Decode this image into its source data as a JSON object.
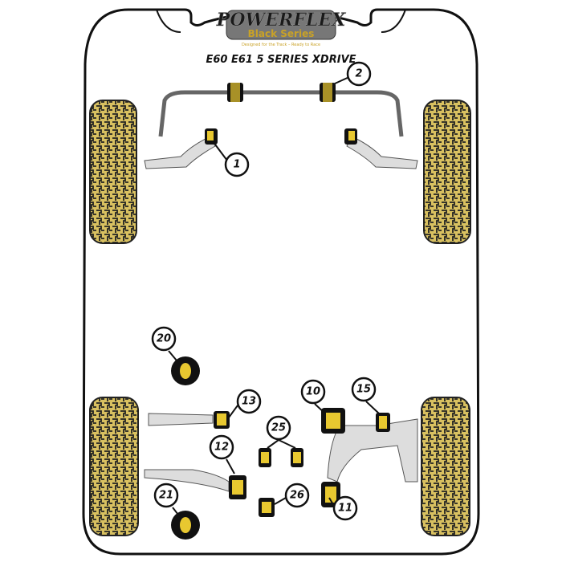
{
  "logo": {
    "brand": "POWERFLEX",
    "series": "Black Series",
    "tagline": "Designed for the Track – Ready to Race"
  },
  "title": "E60 E61 5 SERIES XDRIVE",
  "colors": {
    "bushing_yellow": "#e8c830",
    "bushing_black": "#111111",
    "wheel_yellow": "#d8c060",
    "outline": "#111111"
  },
  "labels": [
    {
      "id": "1",
      "text": "1"
    },
    {
      "id": "2",
      "text": "2"
    },
    {
      "id": "10",
      "text": "10"
    },
    {
      "id": "11",
      "text": "11"
    },
    {
      "id": "12",
      "text": "12"
    },
    {
      "id": "13",
      "text": "13"
    },
    {
      "id": "15",
      "text": "15"
    },
    {
      "id": "20",
      "text": "20"
    },
    {
      "id": "21",
      "text": "21"
    },
    {
      "id": "25",
      "text": "25"
    },
    {
      "id": "26",
      "text": "26"
    }
  ]
}
